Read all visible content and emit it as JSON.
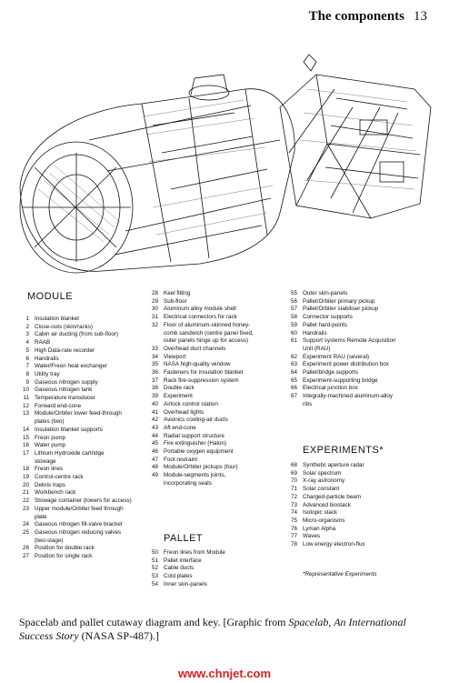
{
  "header": {
    "title": "The components",
    "page_number": "13"
  },
  "sections": {
    "module": "MODULE",
    "pallet": "PALLET",
    "experiments": "EXPERIMENTS*"
  },
  "col1": [
    [
      "1",
      "Insulation blanket"
    ],
    [
      "2",
      "Close-outs (skin/racks)"
    ],
    [
      "3",
      "Cabin air ducting (from sub-floor)"
    ],
    [
      "4",
      "RAAB"
    ],
    [
      "5",
      "High Data-rate recorder"
    ],
    [
      "6",
      "Handrails"
    ],
    [
      "7",
      "Water/Freon heat exchanger"
    ],
    [
      "8",
      "Utility tray"
    ],
    [
      "9",
      "Gaseous nitrogen supply"
    ],
    [
      "10",
      "Gaseous nitrogen tank"
    ],
    [
      "11",
      "Temperature transducer"
    ],
    [
      "12",
      "Forward end-cone"
    ],
    [
      "13",
      "Module/Orbiter lower feed-through"
    ],
    [
      "",
      "plates (two)"
    ],
    [
      "14",
      "Insulation blanket supports"
    ],
    [
      "15",
      "Freon pump"
    ],
    [
      "16",
      "Water pump"
    ],
    [
      "17",
      "Lithium Hydroxide cartridge"
    ],
    [
      "",
      "stowage"
    ],
    [
      "18",
      "Freon lines"
    ],
    [
      "19",
      "Control-centre rack"
    ],
    [
      "20",
      "Debris traps"
    ],
    [
      "21",
      "Workbench rack"
    ],
    [
      "22",
      "Stowage container (lowers for access)"
    ],
    [
      "23",
      "Upper module/Orbiter feed through"
    ],
    [
      "",
      "plate"
    ],
    [
      "24",
      "Gaseous nitrogen fill-valve bracket"
    ],
    [
      "25",
      "Gaseous nitrogen reducing valves"
    ],
    [
      "",
      "(two-stage)"
    ],
    [
      "26",
      "Position for double rack"
    ],
    [
      "27",
      "Position for single rack"
    ]
  ],
  "col2": [
    [
      "28",
      "Keel fitting"
    ],
    [
      "29",
      "Sub-floor"
    ],
    [
      "30",
      "Aluminum alloy module shell"
    ],
    [
      "31",
      "Electrical connectors for rack"
    ],
    [
      "32",
      "Floor of aluminum-skinned honey-"
    ],
    [
      "",
      "comb sandwich (centre panel fixed,"
    ],
    [
      "",
      "outer panels hinge up for access)"
    ],
    [
      "33",
      "Overhead duct channels"
    ],
    [
      "34",
      "Viewport"
    ],
    [
      "35",
      "NASA high-quality window"
    ],
    [
      "36",
      "Fasteners for insulation blanket"
    ],
    [
      "37",
      "Rack fire-suppression system"
    ],
    [
      "38",
      "Double rack"
    ],
    [
      "39",
      "Experiment"
    ],
    [
      "40",
      "Airlock control station"
    ],
    [
      "41",
      "Overhead lights"
    ],
    [
      "42",
      "Avionics cooling-air ducts"
    ],
    [
      "43",
      "Aft end-cone"
    ],
    [
      "44",
      "Radial support structure"
    ],
    [
      "45",
      "Fire extinguisher (Halon)"
    ],
    [
      "46",
      "Portable oxygen equipment"
    ],
    [
      "47",
      "Foot restraint"
    ],
    [
      "48",
      "Module/Orbiter pickups (four)"
    ],
    [
      "49",
      "Module-segments joints,"
    ],
    [
      "",
      "incorporating seals"
    ]
  ],
  "col2b": [
    [
      "50",
      "Freon lines from Module"
    ],
    [
      "51",
      "Pallet interface"
    ],
    [
      "52",
      "Cable ducts"
    ],
    [
      "53",
      "Cold plates"
    ],
    [
      "54",
      "Inner skin-panels"
    ]
  ],
  "col3": [
    [
      "55",
      "Outer skin-panels"
    ],
    [
      "56",
      "Pallet/Orbiter primary pickup"
    ],
    [
      "57",
      "Pallet/Orbiter stabiliser pickup"
    ],
    [
      "58",
      "Connector supports"
    ],
    [
      "59",
      "Pallet hard-points"
    ],
    [
      "60",
      "Handrails"
    ],
    [
      "61",
      "Support systems Remote Acquisition"
    ],
    [
      "",
      "Unit (RAU)"
    ],
    [
      "62",
      "Experiment RAU (several)"
    ],
    [
      "63",
      "Experiment power distribution box"
    ],
    [
      "64",
      "Pallet/bridge supports"
    ],
    [
      "65",
      "Experiment-supporting bridge"
    ],
    [
      "66",
      "Electrical junction box"
    ],
    [
      "67",
      "Integrally-machined aluminum-alloy"
    ],
    [
      "",
      "ribs"
    ]
  ],
  "col3b": [
    [
      "68",
      "Synthetic aperture radar"
    ],
    [
      "69",
      "Solar spectrum"
    ],
    [
      "70",
      "X-ray astronomy"
    ],
    [
      "71",
      "Solar constant"
    ],
    [
      "72",
      "Charged-particle beam"
    ],
    [
      "73",
      "Advanced biostack"
    ],
    [
      "74",
      "Isotopic stack"
    ],
    [
      "75",
      "Micro-organisms"
    ],
    [
      "76",
      "Lyman Alpha"
    ],
    [
      "77",
      "Waves"
    ],
    [
      "78",
      "Low energy electron-flux"
    ]
  ],
  "note": "*Representative Experiments",
  "caption": {
    "a": "Spacelab and pallet cutaway diagram and key. [Graphic from ",
    "b": "Spacelab, An International Success Story",
    "c": " (NASA SP-487).]"
  },
  "watermark": "www.chnjet.com"
}
